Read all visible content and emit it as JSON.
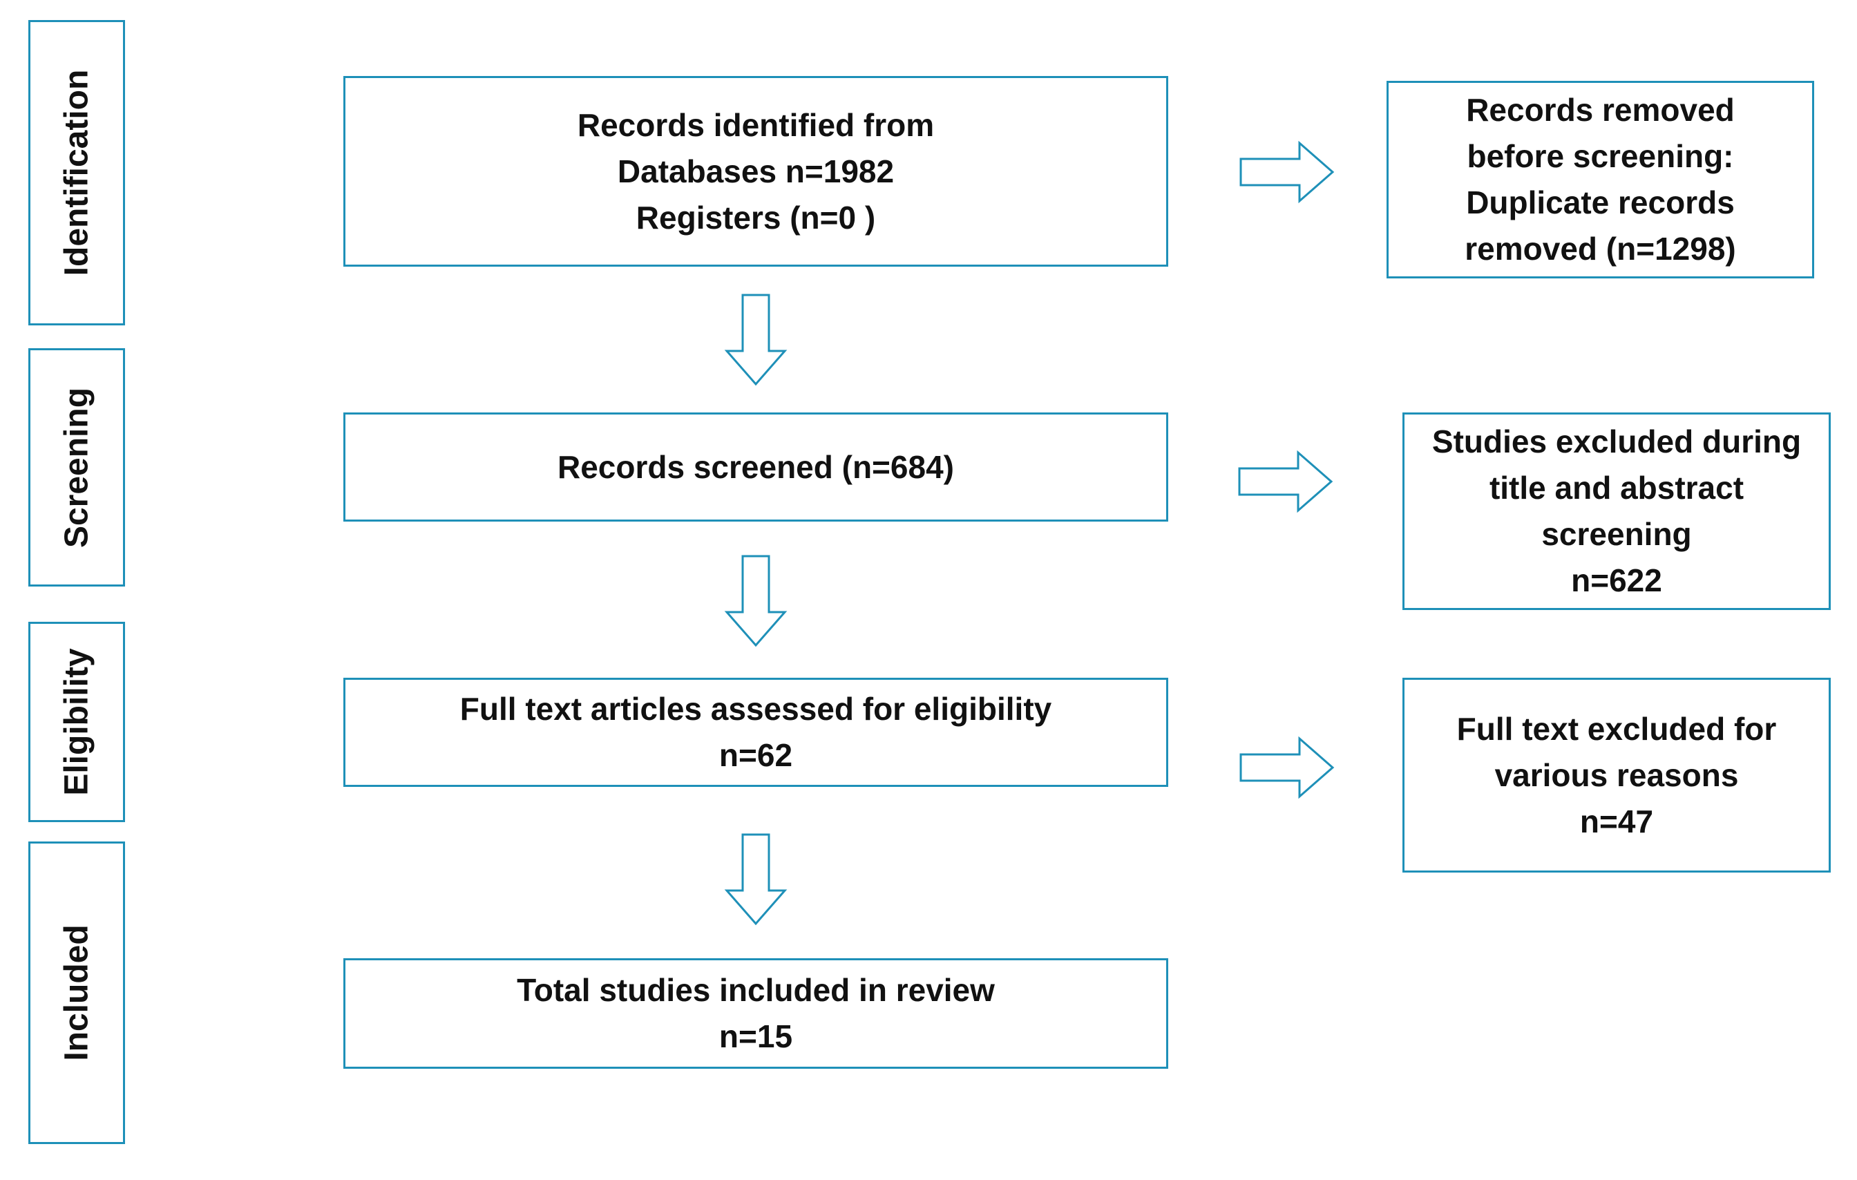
{
  "stages": [
    {
      "id": "identification",
      "label": "Identification"
    },
    {
      "id": "screening",
      "label": "Screening"
    },
    {
      "id": "eligibility",
      "label": "Eligibility"
    },
    {
      "id": "included",
      "label": "Included"
    }
  ],
  "main_boxes": [
    {
      "id": "records-identified",
      "lines": [
        "Records identified from",
        "Databases  n=1982",
        "Registers (n=0 )"
      ]
    },
    {
      "id": "records-screened",
      "lines": [
        "Records screened (n=684)"
      ]
    },
    {
      "id": "full-text-assessed",
      "lines": [
        "Full text articles  assessed  for eligibility",
        "n=62"
      ]
    },
    {
      "id": "total-included",
      "lines": [
        "Total studies included in review",
        "n=15"
      ]
    }
  ],
  "side_boxes": [
    {
      "id": "records-removed",
      "lines": [
        "Records removed",
        "before  screening:",
        "Duplicate records",
        "removed (n=1298)"
      ]
    },
    {
      "id": "studies-excluded",
      "lines": [
        "Studies excluded during",
        "title and abstract",
        "screening",
        "n=622"
      ]
    },
    {
      "id": "full-text-excluded",
      "lines": [
        "Full text excluded for",
        "various  reasons",
        "n=47"
      ]
    }
  ],
  "colors": {
    "border": "#1e90b8",
    "text": "#111111",
    "background": "#ffffff"
  }
}
